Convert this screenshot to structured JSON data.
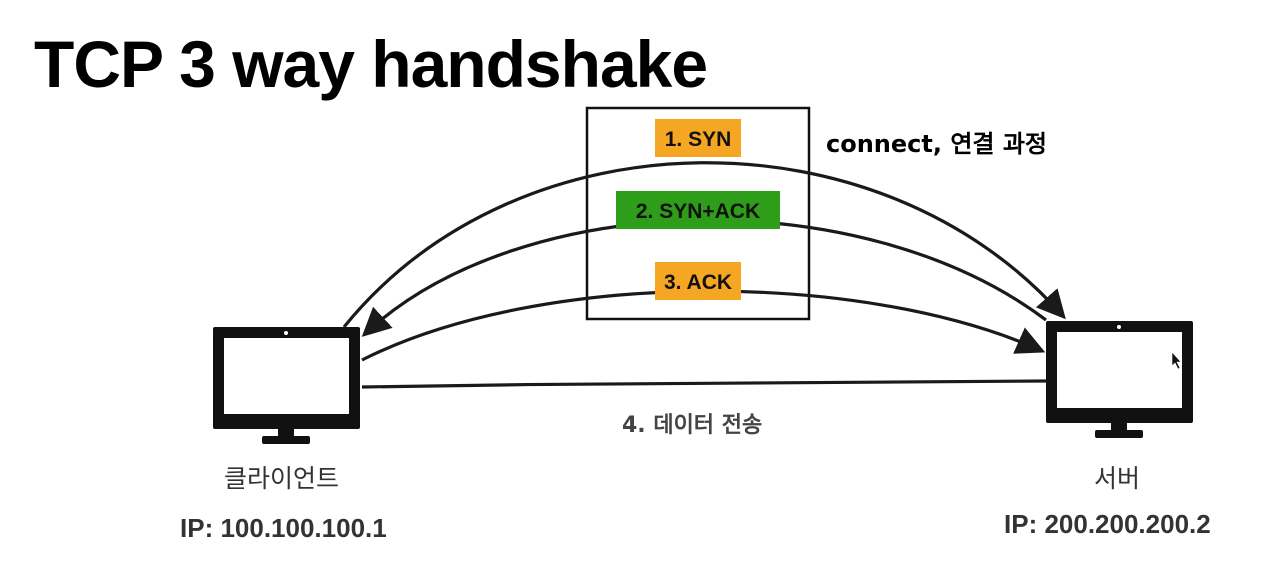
{
  "title": "TCP 3 way handshake",
  "steps": [
    {
      "label": "1. SYN",
      "color": "#f5a623"
    },
    {
      "label": "2. SYN+ACK",
      "color": "#2e9e1a"
    },
    {
      "label": "3. ACK",
      "color": "#f5a623"
    }
  ],
  "connect_label": "connect, 연결 과정",
  "transfer_label": "4. 데이터 전송",
  "client": {
    "name": "클라이언트",
    "ip": "IP: 100.100.100.1",
    "icon": "monitor-icon"
  },
  "server": {
    "name": "서버",
    "ip": "IP: 200.200.200.2",
    "icon": "monitor-icon"
  },
  "colors": {
    "arrow": "#1a1a1a",
    "box_border": "#111111"
  }
}
